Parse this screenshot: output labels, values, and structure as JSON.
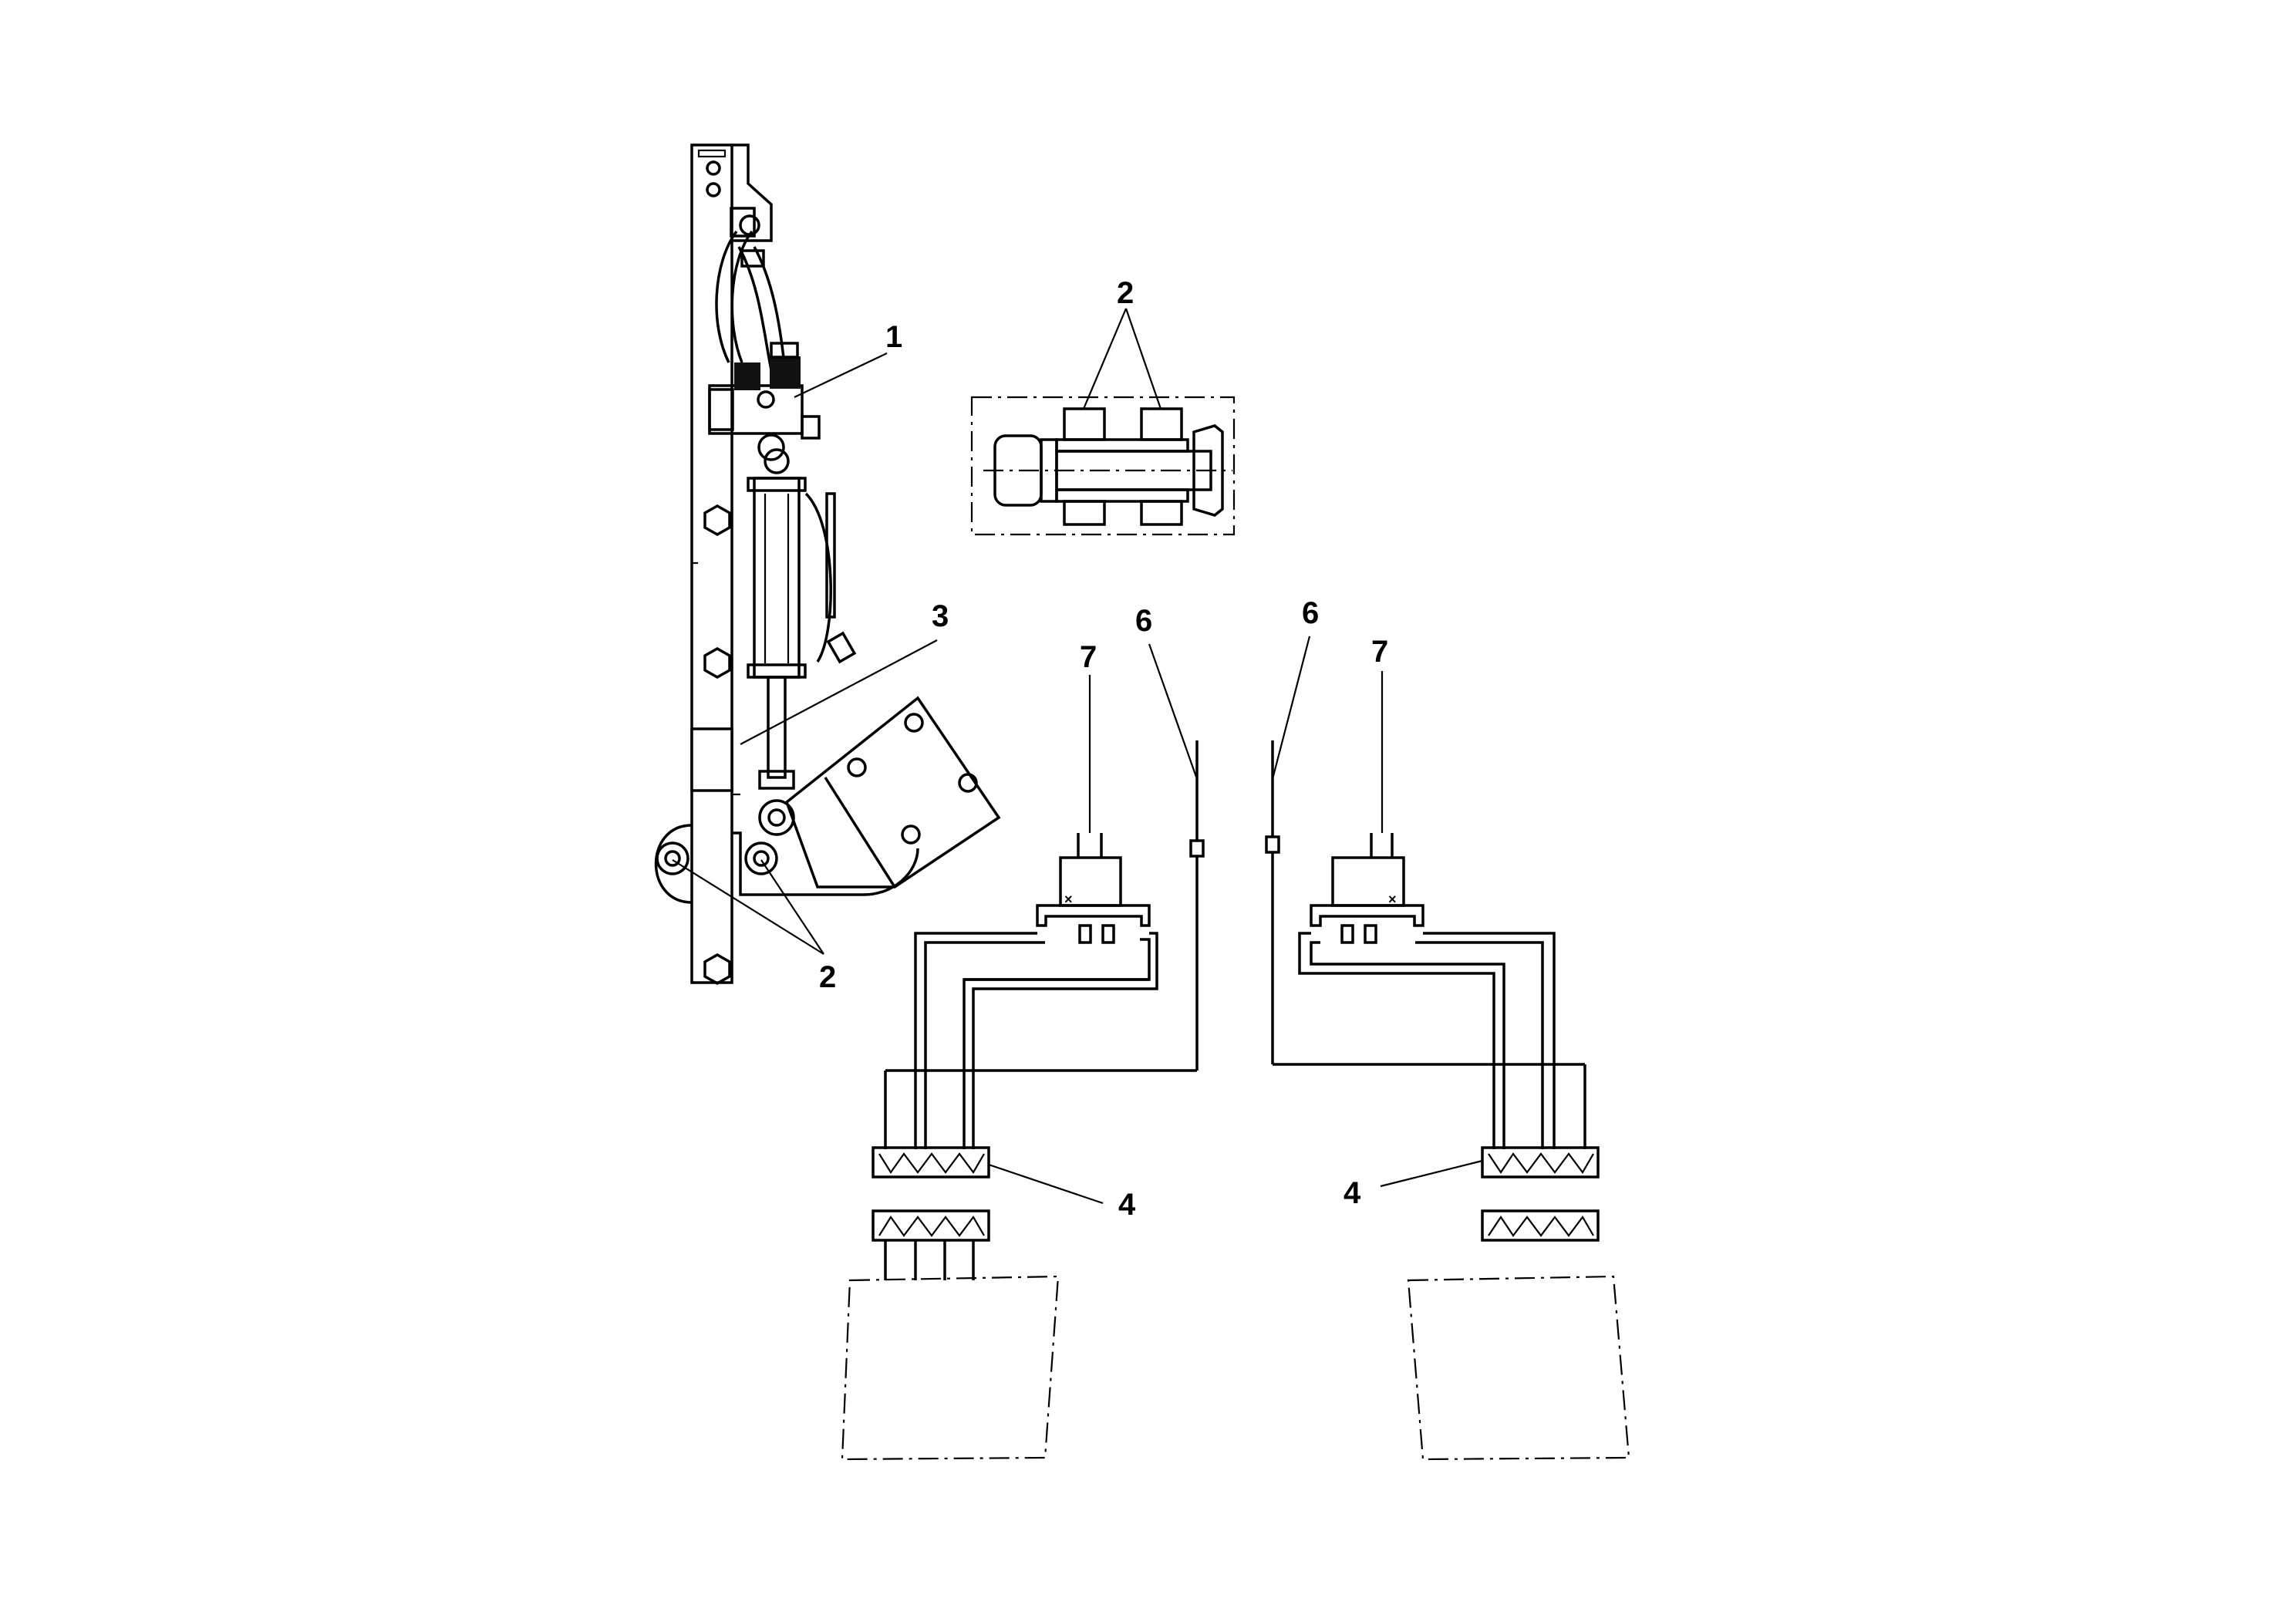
{
  "diagram": {
    "callouts": [
      {
        "id": "c1",
        "text": "1"
      },
      {
        "id": "c2-detail",
        "text": "2"
      },
      {
        "id": "c2-main",
        "text": "2"
      },
      {
        "id": "c3",
        "text": "3"
      },
      {
        "id": "c4-left",
        "text": "4"
      },
      {
        "id": "c4-right",
        "text": "4"
      },
      {
        "id": "c6-left",
        "text": "6"
      },
      {
        "id": "c6-right",
        "text": "6"
      },
      {
        "id": "c7-left",
        "text": "7"
      },
      {
        "id": "c7-right",
        "text": "7"
      }
    ],
    "parts": [
      {
        "name": "hydraulic-valve-assembly"
      },
      {
        "name": "pivot-bolt"
      },
      {
        "name": "hydraulic-cylinder"
      },
      {
        "name": "electrical-connector"
      },
      {
        "name": "cable"
      },
      {
        "name": "switch"
      }
    ]
  }
}
